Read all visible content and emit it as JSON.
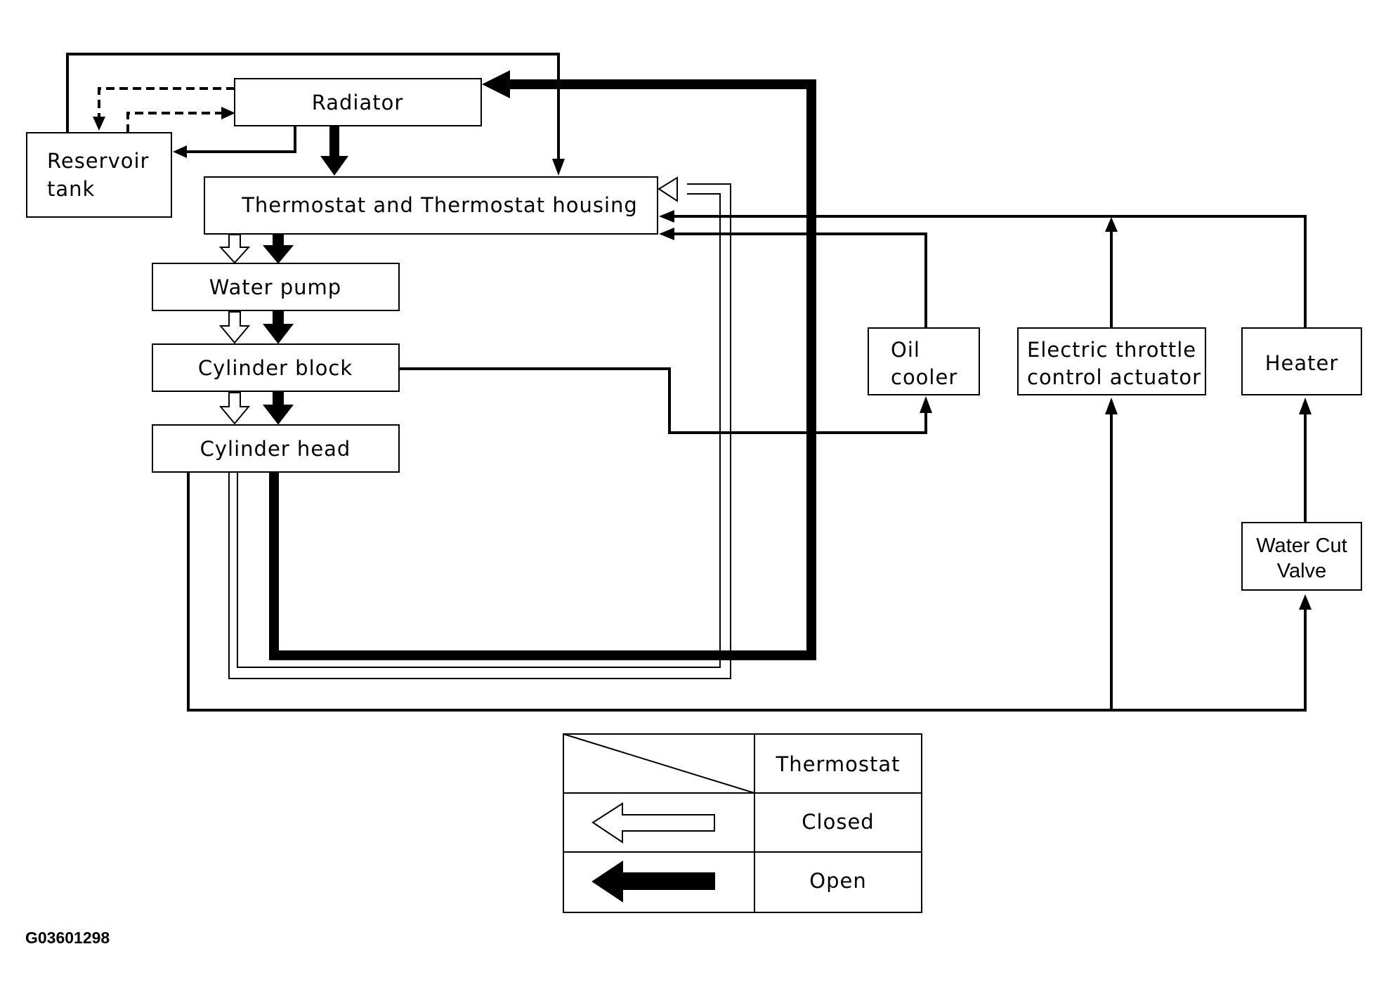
{
  "components": {
    "radiator": "Radiator",
    "reservoir_line1": "Reservoir",
    "reservoir_line2": "tank",
    "thermostat_housing": "Thermostat and Thermostat housing",
    "water_pump": "Water pump",
    "cylinder_block": "Cylinder block",
    "cylinder_head": "Cylinder head",
    "oil_cooler_line1": "Oil",
    "oil_cooler_line2": "cooler",
    "throttle_line1": "Electric throttle",
    "throttle_line2": "control actuator",
    "heater": "Heater",
    "water_cut_valve_line1": "Water Cut",
    "water_cut_valve_line2": "Valve"
  },
  "legend": {
    "header": "Thermostat",
    "closed": "Closed",
    "open": "Open"
  },
  "figure_code": "G03601298",
  "colors": {
    "ink": "#000000",
    "paper": "#ffffff"
  }
}
